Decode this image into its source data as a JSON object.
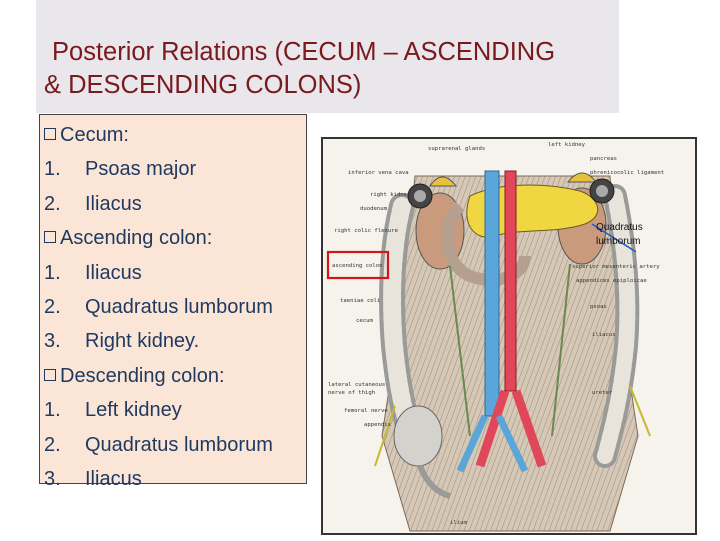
{
  "slide": {
    "title_line1": "Posterior Relations (CECUM – ASCENDING",
    "title_line2": "& DESCENDING COLONS)"
  },
  "list": [
    {
      "type": "heading",
      "text": "Cecum:"
    },
    {
      "type": "item",
      "num": "1.",
      "text": "Psoas major"
    },
    {
      "type": "item",
      "num": "2.",
      "text": "Iliacus"
    },
    {
      "type": "heading",
      "text": "Ascending colon:"
    },
    {
      "type": "item",
      "num": "1.",
      "text": "Iliacus"
    },
    {
      "type": "item",
      "num": "2.",
      "text": "Quadratus lumborum"
    },
    {
      "type": "item",
      "num": "3.",
      "text": "Right kidney."
    },
    {
      "type": "heading",
      "text": "Descending colon:"
    },
    {
      "type": "item",
      "num": "1.",
      "text": "Left kidney"
    },
    {
      "type": "item",
      "num": "2.",
      "text": "Quadratus lumborum"
    },
    {
      "type": "item",
      "num": "3.",
      "text": "Iliacus"
    }
  ],
  "figure": {
    "callout": [
      "Quadratus",
      "lumborum"
    ],
    "highlight_label": "ascending colon",
    "labels_left": [
      "suprarenal glands",
      "inferior vena cava",
      "right kidney",
      "duodenum",
      "right colic flexure",
      "taeniae coli",
      "cecum",
      "lateral cutaneous",
      "nerve of thigh",
      "femoral nerve",
      "appendix",
      "ilium"
    ],
    "labels_right": [
      "left kidney",
      "pancreas",
      "phrenicocolic ligament",
      "superior mesenteric artery",
      "appendices epiploicae",
      "psoas",
      "iliacus",
      "ureter"
    ],
    "colors": {
      "artery": "#e0485a",
      "vein": "#5aa6d8",
      "pancreas": "#f0d640",
      "muscle": "#c9b8a2",
      "highlight": "#d01818",
      "callout_line": "#2a5cc8"
    }
  }
}
